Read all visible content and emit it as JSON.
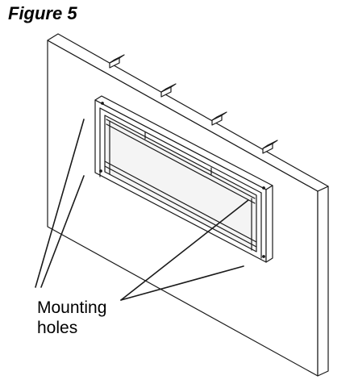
{
  "figure": {
    "title": "Figure 5"
  },
  "callout": {
    "line1": "Mounting",
    "line2": "holes"
  }
}
